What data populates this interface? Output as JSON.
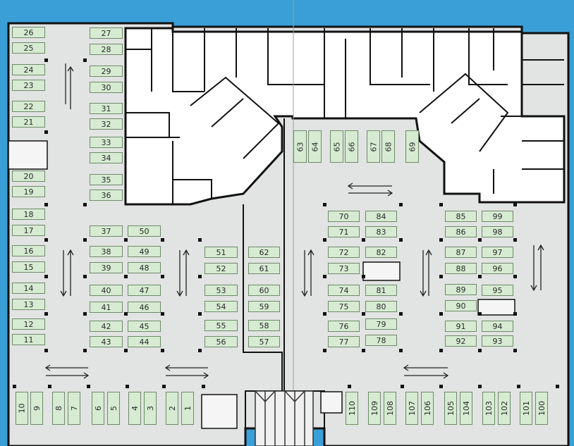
{
  "colors": {
    "background": "#3a9fd6",
    "floor": "#e2e3e3",
    "spot_fill": "#d6ebd2",
    "wall": "#111111"
  },
  "parking_spots": [
    {
      "label": "26"
    },
    {
      "label": "25"
    },
    {
      "label": "24"
    },
    {
      "label": "23"
    },
    {
      "label": "22"
    },
    {
      "label": "21"
    },
    {
      "label": "20"
    },
    {
      "label": "19"
    },
    {
      "label": "18"
    },
    {
      "label": "17"
    },
    {
      "label": "16"
    },
    {
      "label": "15"
    },
    {
      "label": "14"
    },
    {
      "label": "13"
    },
    {
      "label": "12"
    },
    {
      "label": "11"
    },
    {
      "label": "27"
    },
    {
      "label": "28"
    },
    {
      "label": "29"
    },
    {
      "label": "30"
    },
    {
      "label": "31"
    },
    {
      "label": "32"
    },
    {
      "label": "33"
    },
    {
      "label": "34"
    },
    {
      "label": "35"
    },
    {
      "label": "36"
    },
    {
      "label": "37"
    },
    {
      "label": "50"
    },
    {
      "label": "38"
    },
    {
      "label": "49"
    },
    {
      "label": "39"
    },
    {
      "label": "48"
    },
    {
      "label": "40"
    },
    {
      "label": "47"
    },
    {
      "label": "41"
    },
    {
      "label": "46"
    },
    {
      "label": "42"
    },
    {
      "label": "45"
    },
    {
      "label": "43"
    },
    {
      "label": "44"
    },
    {
      "label": "51"
    },
    {
      "label": "52"
    },
    {
      "label": "53"
    },
    {
      "label": "54"
    },
    {
      "label": "55"
    },
    {
      "label": "56"
    },
    {
      "label": "62"
    },
    {
      "label": "61"
    },
    {
      "label": "60"
    },
    {
      "label": "59"
    },
    {
      "label": "58"
    },
    {
      "label": "57"
    },
    {
      "label": "63"
    },
    {
      "label": "64"
    },
    {
      "label": "65"
    },
    {
      "label": "66"
    },
    {
      "label": "67"
    },
    {
      "label": "68"
    },
    {
      "label": "69"
    },
    {
      "label": "70"
    },
    {
      "label": "84"
    },
    {
      "label": "71"
    },
    {
      "label": "83"
    },
    {
      "label": "72"
    },
    {
      "label": "82"
    },
    {
      "label": "73"
    },
    {
      "label": "74"
    },
    {
      "label": "81"
    },
    {
      "label": "75"
    },
    {
      "label": "80"
    },
    {
      "label": "76"
    },
    {
      "label": "79"
    },
    {
      "label": "77"
    },
    {
      "label": "78"
    },
    {
      "label": "85"
    },
    {
      "label": "99"
    },
    {
      "label": "86"
    },
    {
      "label": "98"
    },
    {
      "label": "87"
    },
    {
      "label": "97"
    },
    {
      "label": "88"
    },
    {
      "label": "96"
    },
    {
      "label": "89"
    },
    {
      "label": "95"
    },
    {
      "label": "90"
    },
    {
      "label": "91"
    },
    {
      "label": "94"
    },
    {
      "label": "92"
    },
    {
      "label": "93"
    },
    {
      "label": "10"
    },
    {
      "label": "9"
    },
    {
      "label": "8"
    },
    {
      "label": "7"
    },
    {
      "label": "6"
    },
    {
      "label": "5"
    },
    {
      "label": "4"
    },
    {
      "label": "3"
    },
    {
      "label": "2"
    },
    {
      "label": "1"
    },
    {
      "label": "110"
    },
    {
      "label": "109"
    },
    {
      "label": "108"
    },
    {
      "label": "107"
    },
    {
      "label": "106"
    },
    {
      "label": "105"
    },
    {
      "label": "104"
    },
    {
      "label": "103"
    },
    {
      "label": "102"
    },
    {
      "label": "101"
    },
    {
      "label": "100"
    }
  ]
}
